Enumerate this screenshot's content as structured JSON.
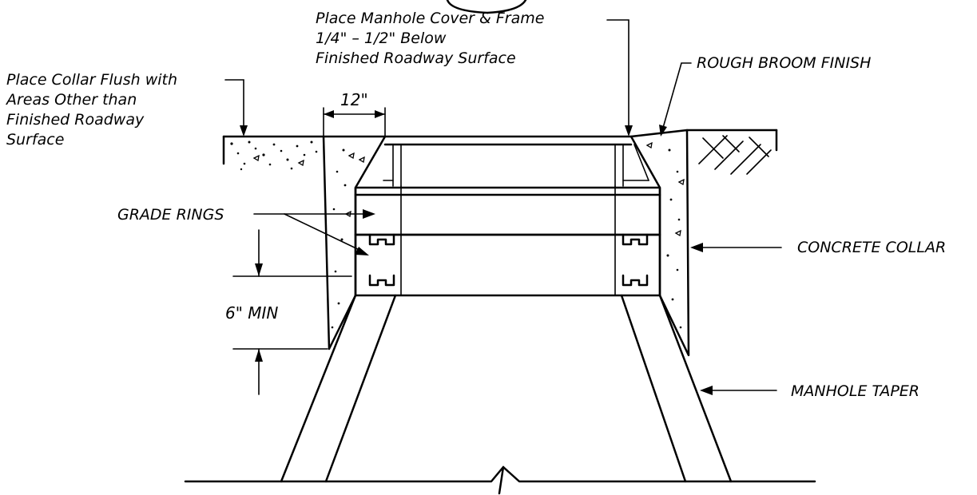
{
  "labels": {
    "cover_line1": "Place Manhole Cover & Frame",
    "cover_line2": "1/4\" – 1/2\" Below",
    "cover_line3": "Finished Roadway Surface",
    "collar_line1": "Place Collar Flush with",
    "collar_line2": "Areas Other than",
    "collar_line3": "Finished Roadway",
    "collar_line4": "Surface",
    "rough_broom": "ROUGH BROOM FINISH",
    "grade_rings": "GRADE RINGS",
    "concrete_collar": "CONCRETE COLLAR",
    "manhole_taper": "MANHOLE TAPER",
    "dim_12": "12\"",
    "dim_6min": "6\" MIN"
  },
  "colors": {
    "line": "#000000",
    "background": "#ffffff"
  }
}
